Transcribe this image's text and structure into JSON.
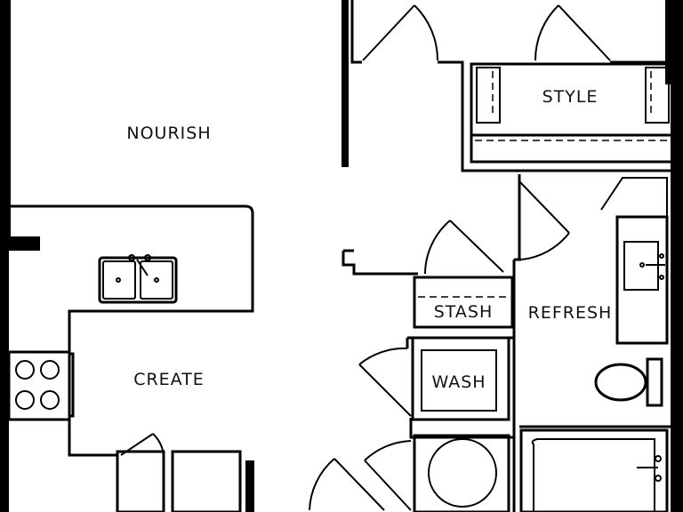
{
  "rooms": {
    "nourish": "NOURISH",
    "style": "STYLE",
    "stash": "STASH",
    "refresh": "REFRESH",
    "create": "CREATE",
    "wash": "WASH"
  },
  "colors": {
    "wall": "#000000",
    "background": "#ffffff"
  }
}
